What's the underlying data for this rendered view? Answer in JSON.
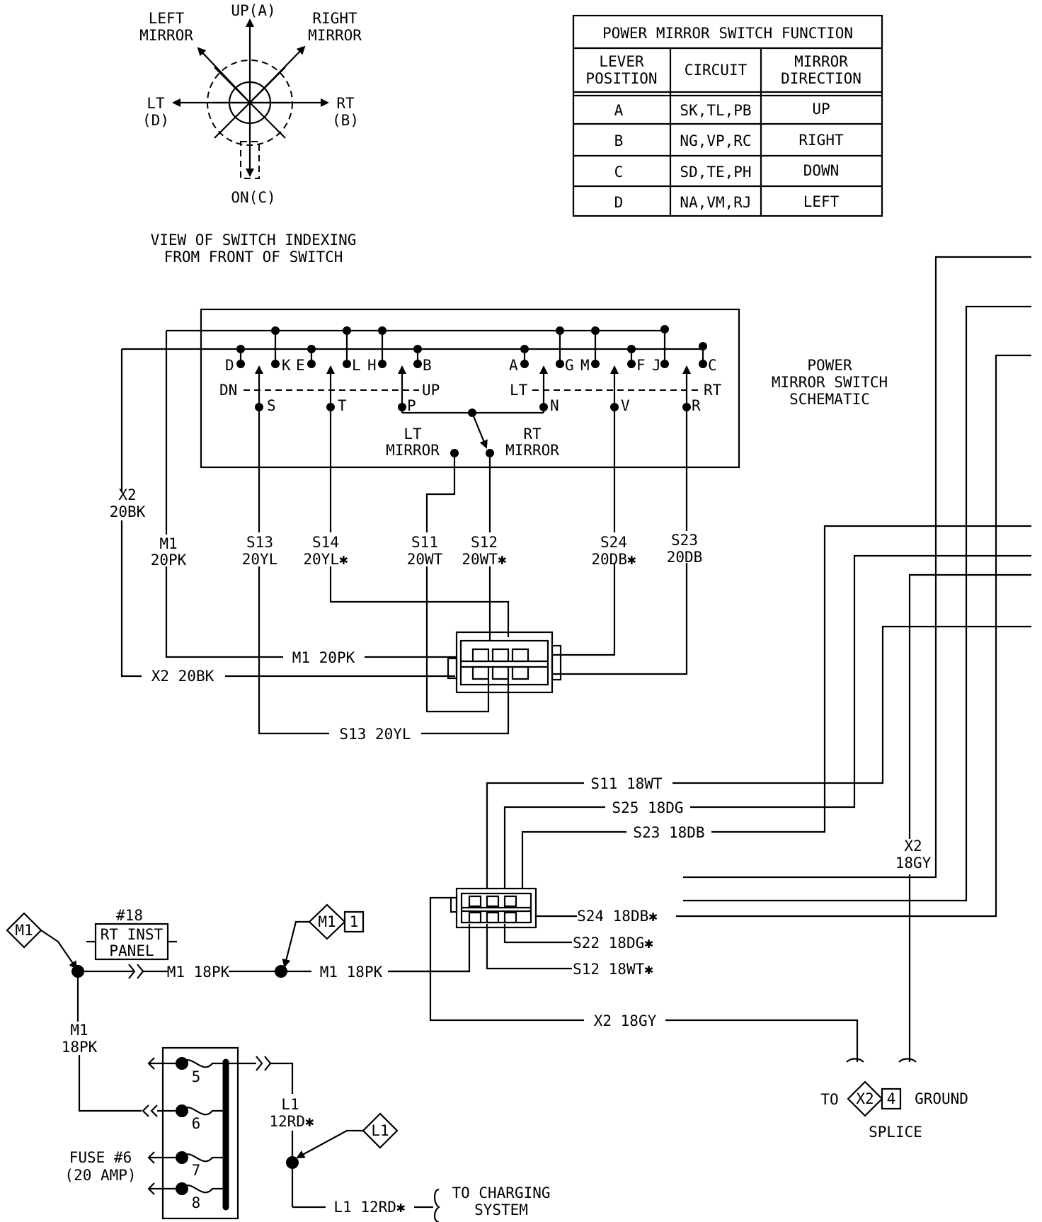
{
  "indexing": {
    "up_label": "UP(A)",
    "left_label_1": "LEFT",
    "left_label_2": "MIRROR",
    "right_label_1": "RIGHT",
    "right_label_2": "MIRROR",
    "lt_label_1": "LT",
    "lt_label_2": "(D)",
    "rt_label_1": "RT",
    "rt_label_2": "(B)",
    "on_label": "ON(C)",
    "caption_1": "VIEW OF SWITCH INDEXING",
    "caption_2": "FROM FRONT OF SWITCH"
  },
  "function_table": {
    "title": "POWER MIRROR SWITCH FUNCTION",
    "headers": {
      "lever_1": "LEVER",
      "lever_2": "POSITION",
      "circuit": "CIRCUIT",
      "dir_1": "MIRROR",
      "dir_2": "DIRECTION"
    },
    "rows": [
      {
        "pos": "A",
        "circuit": "SK,TL,PB",
        "dir": "UP"
      },
      {
        "pos": "B",
        "circuit": "NG,VP,RC",
        "dir": "RIGHT"
      },
      {
        "pos": "C",
        "circuit": "SD,TE,PH",
        "dir": "DOWN"
      },
      {
        "pos": "D",
        "circuit": "NA,VM,RJ",
        "dir": "LEFT"
      }
    ]
  },
  "schematic": {
    "title_1": "POWER",
    "title_2": "MIRROR SWITCH",
    "title_3": "SCHEMATIC",
    "terminals": {
      "D": "D",
      "K": "K",
      "E": "E",
      "L": "L",
      "H": "H",
      "B": "B",
      "A": "A",
      "G": "G",
      "M": "M",
      "F": "F",
      "J": "J",
      "C": "C",
      "S": "S",
      "T": "T",
      "P": "P",
      "N": "N",
      "V": "V",
      "R": "R"
    },
    "dn": "DN",
    "up": "UP",
    "lt": "LT",
    "rt": "RT",
    "lt_mirror_1": "LT",
    "lt_mirror_2": "MIRROR",
    "rt_mirror_1": "RT",
    "rt_mirror_2": "MIRROR"
  },
  "switch_wires": {
    "x2_1": "X2",
    "x2_2": "20BK",
    "m1_1": "M1",
    "m1_2": "20PK",
    "s13_1": "S13",
    "s13_2": "20YL",
    "s14_1": "S14",
    "s14_2": "20YL✱",
    "s11_1": "S11",
    "s11_2": "20WT",
    "s12_1": "S12",
    "s12_2": "20WT✱",
    "s24_1": "S24",
    "s24_2": "20DB✱",
    "s23_1": "S23",
    "s23_2": "20DB",
    "m1_20pk": "M1 20PK",
    "x2_20bk": "X2 20BK",
    "s13_20yl": "S13 20YL"
  },
  "lower_wires": {
    "s11_18wt": "S11 18WT",
    "s25_18dg": "S25 18DG",
    "s23_18db": "S23 18DB",
    "s24_18db": "S24 18DB✱",
    "s22_18dg": "S22 18DG✱",
    "s12_18wt": "S12 18WT✱",
    "x2_18gy": "X2 18GY",
    "x2_18gy_v1": "X2",
    "x2_18gy_v2": "18GY"
  },
  "power": {
    "m1_diamond": "M1",
    "m1_ref": "M1",
    "m1_ref_num": "1",
    "fuse18": "#18",
    "rt_inst_1": "RT INST",
    "rt_inst_2": "PANEL",
    "m1_18pk_a": "M1 18PK",
    "m1_18pk_b": "M1 18PK",
    "m1_v1": "M1",
    "m1_v2": "18PK",
    "fuse6_1": "FUSE #6",
    "fuse6_2": "(20 AMP)",
    "fuse_nums": [
      "5",
      "6",
      "7",
      "8"
    ],
    "l1_v1": "L1",
    "l1_v2": "12RD✱",
    "l1_diamond": "L1",
    "l1_12rd": "L1 12RD✱",
    "charging_1": "TO CHARGING",
    "charging_2": "SYSTEM"
  },
  "ground": {
    "to": "TO",
    "x2": "X2",
    "num": "4",
    "ground": "GROUND",
    "splice": "SPLICE"
  }
}
